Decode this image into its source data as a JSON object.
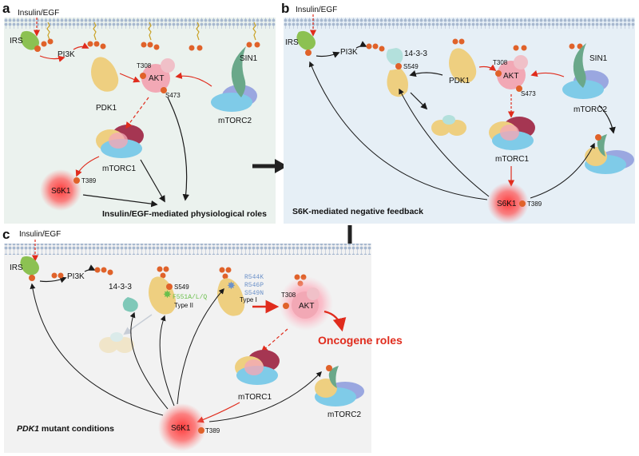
{
  "panels": {
    "a": {
      "letter": "a",
      "stimulus": "Insulin/EGF",
      "labels": {
        "irs": "IRS",
        "pi3k": "PI3K",
        "pdk1": "PDK1",
        "akt": "AKT",
        "t308": "T308",
        "s473": "S473",
        "sin1": "SIN1",
        "mtorc2": "mTORC2",
        "mtorc1": "mTORC1",
        "s6k1": "S6K1",
        "t389": "T389"
      },
      "caption": "Insulin/EGF-mediated physiological roles"
    },
    "b": {
      "letter": "b",
      "stimulus": "Insulin/EGF",
      "labels": {
        "irs": "IRS",
        "pi3k": "PI3K",
        "protein_1433": "14-3-3",
        "s549": "S549",
        "pdk1": "PDK1",
        "akt": "AKT",
        "t308": "T308",
        "s473": "S473",
        "sin1": "SIN1",
        "mtorc2": "mTORC2",
        "mtorc1": "mTORC1",
        "s6k1": "S6K1",
        "t389": "T389"
      },
      "caption": "S6K-mediated negative feedback"
    },
    "c": {
      "letter": "c",
      "stimulus": "Insulin/EGF",
      "labels": {
        "irs": "IRS",
        "pi3k": "PI3K",
        "protein_1433": "14-3-3",
        "s549": "S549",
        "mutation_type2": "F551A/L/Q",
        "type2": "Type II",
        "mutation_type1_a": "R544K",
        "mutation_type1_b": "R546P",
        "mutation_type1_c": "S549N",
        "type1": "Type I",
        "akt": "AKT",
        "t308": "T308",
        "oncogene": "Oncogene roles",
        "mtorc1": "mTORC1",
        "mtorc2": "mTORC2",
        "s6k1": "S6K1",
        "t389": "T389"
      },
      "caption_italic": "PDK1",
      "caption_rest": " mutant conditions"
    }
  },
  "phospho_symbol": "P",
  "colors": {
    "panel_a_bg": "#ebf2ee",
    "panel_b_bg": "#e6eff6",
    "panel_c_bg": "#f2f2f2",
    "membrane": "#a7b8cf",
    "irs": "#8cc152",
    "pdk1": "#eecf80",
    "akt": "#f2a8b5",
    "mtorc_blue": "#7fcbe8",
    "mtorc_purple": "#9aa7e0",
    "mtorc1_red": "#a53652",
    "mtor2_green": "#6aa88a",
    "phospho": "#e0622a",
    "activation": "#e02c1d",
    "inhibition": "#1a1a1a",
    "mutation_blue": "#6d92c9",
    "mutation_green": "#6abf4b",
    "s6k1_glow": "#ff4b4b"
  }
}
